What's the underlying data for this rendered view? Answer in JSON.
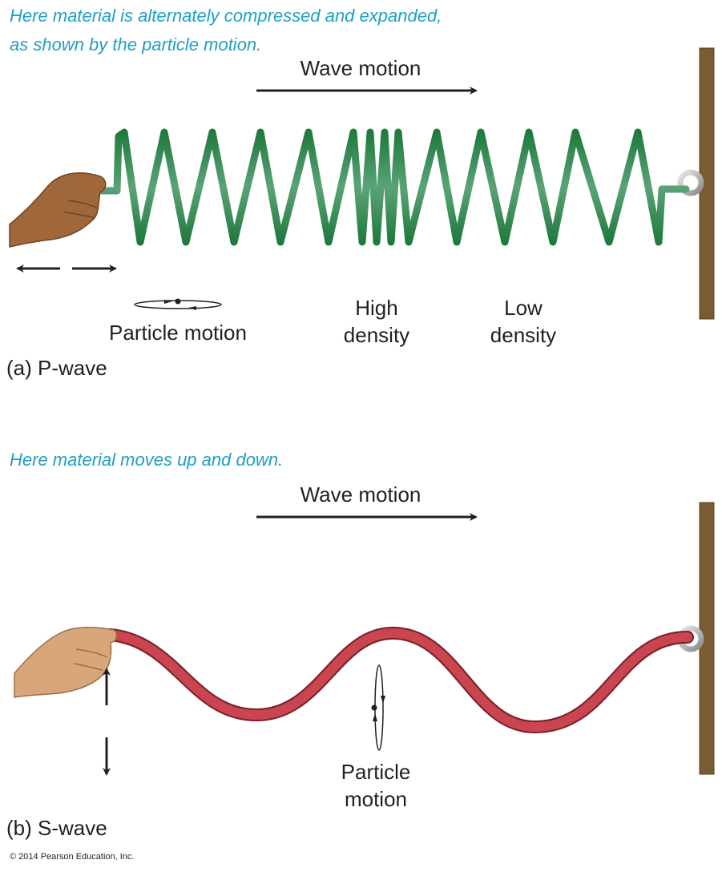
{
  "panel_a": {
    "caption_line1": "Here material is alternately compressed and expanded,",
    "caption_line2": "as shown by the particle motion.",
    "wave_motion": "Wave motion",
    "particle_motion": "Particle motion",
    "high_line1": "High",
    "high_line2": "density",
    "low_line1": "Low",
    "low_line2": "density",
    "label": "(a) P-wave",
    "spring_color": "#2e8b4a"
  },
  "panel_b": {
    "caption": "Here material moves up and down.",
    "wave_motion": "Wave motion",
    "particle_line1": "Particle",
    "particle_line2": "motion",
    "label": "(b) S-wave",
    "rope_color": "#c0404a"
  },
  "copyright": "© 2014 Pearson Education, Inc."
}
